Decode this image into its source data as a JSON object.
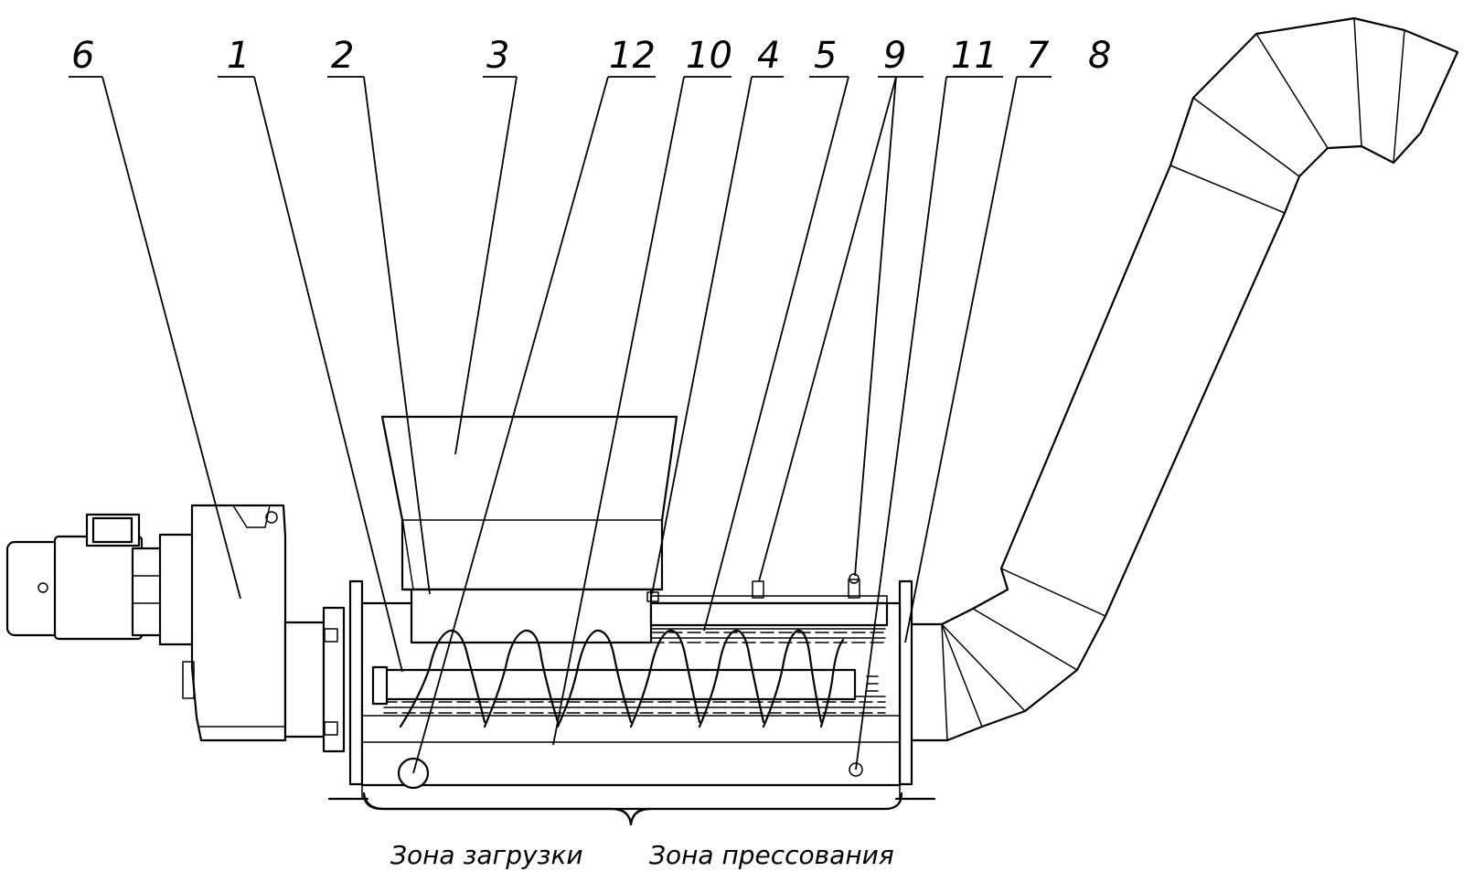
{
  "callouts": [
    "6",
    "1",
    "2",
    "3",
    "12",
    "10",
    "4",
    "5",
    "9",
    "11",
    "7",
    "8"
  ],
  "zones": {
    "loading": "Зона загрузки",
    "pressing": "Зона прессования"
  }
}
